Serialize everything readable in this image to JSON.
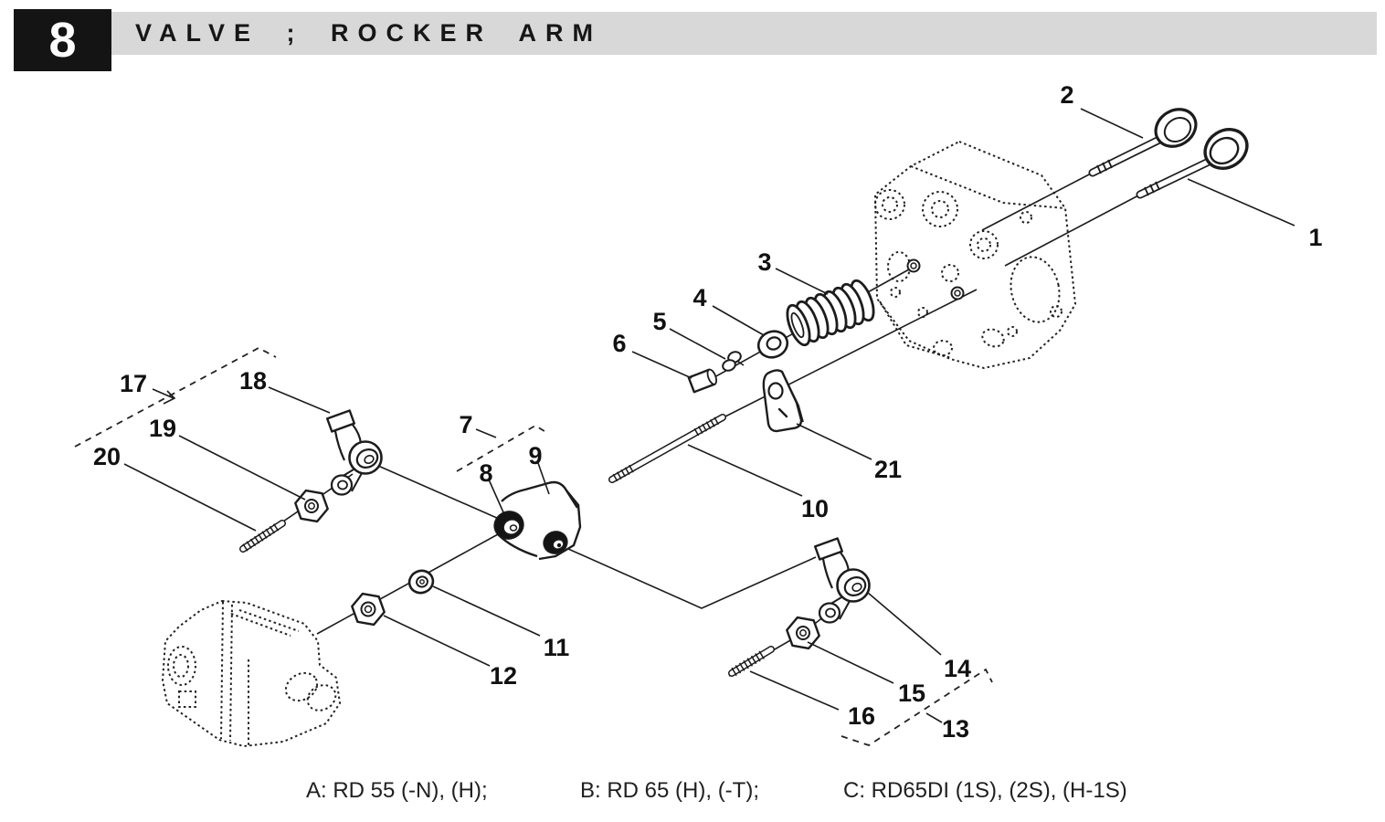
{
  "header": {
    "section_number": "8",
    "title": "VALVE ; ROCKER ARM"
  },
  "diagram": {
    "type": "exploded-parts-diagram",
    "callouts": [
      {
        "num": "1"
      },
      {
        "num": "2"
      },
      {
        "num": "3"
      },
      {
        "num": "4"
      },
      {
        "num": "5"
      },
      {
        "num": "6"
      },
      {
        "num": "7"
      },
      {
        "num": "8"
      },
      {
        "num": "9"
      },
      {
        "num": "10"
      },
      {
        "num": "11"
      },
      {
        "num": "12"
      },
      {
        "num": "13"
      },
      {
        "num": "14"
      },
      {
        "num": "15"
      },
      {
        "num": "16"
      },
      {
        "num": "17"
      },
      {
        "num": "18"
      },
      {
        "num": "19"
      },
      {
        "num": "20"
      },
      {
        "num": "21"
      }
    ]
  },
  "footer": {
    "variants": [
      "A: RD 55 (-N), (H);",
      "B: RD 65 (H), (-T);",
      "C: RD65DI (1S), (2S), (H-1S)"
    ]
  },
  "colors": {
    "header_bar": "#d8d8d8",
    "header_box": "#141414",
    "line": "#1c1c1c",
    "background": "#ffffff"
  }
}
